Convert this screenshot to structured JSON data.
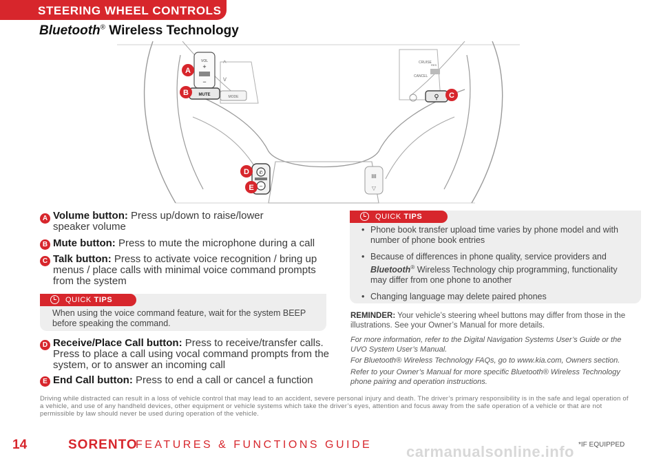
{
  "header": {
    "section": "STEERING WHEEL CONTROLS"
  },
  "title": {
    "italic": "Bluetooth",
    "reg": "®",
    "rest": " Wireless Technology"
  },
  "figure": {
    "buttons": {
      "vol": "VOL",
      "mute": "MUTE",
      "mode": "MODE",
      "cruise": "CRUISE",
      "cancel": "CANCEL",
      "res": "RES"
    },
    "callouts": [
      "A",
      "B",
      "C",
      "D",
      "E"
    ]
  },
  "items": [
    {
      "marker": "A",
      "label": "Volume button:",
      "text": "Press up/down to raise/lower speaker volume"
    },
    {
      "marker": "B",
      "label": "Mute button:",
      "text": "Press to mute the microphone during a call"
    },
    {
      "marker": "C",
      "label": "Talk button:",
      "text": "Press to activate voice recognition / bring up menus / place calls with minimal voice command prompts from the system"
    },
    {
      "marker": "D",
      "label": "Receive/Place Call button:",
      "text": "Press to receive/transfer calls. Press to place a call using vocal command prompts from the system, or to answer an incoming call"
    },
    {
      "marker": "E",
      "label": "End Call button:",
      "text": "Press to end a call or cancel a function"
    }
  ],
  "tip_left": {
    "label_light": "QUICK ",
    "label_bold": "TIPS",
    "text": "When using the voice command feature, wait for the system BEEP before speaking the command."
  },
  "tip_right": {
    "label_light": "QUICK ",
    "label_bold": "TIPS",
    "bullets": [
      "Phone book transfer upload time varies by phone model and with number of phone book entries",
      "Because of differences in phone quality, service providers and ",
      "Changing language may delete paired phones"
    ],
    "bullet2_italic": "Bluetooth",
    "bullet2_reg": "®",
    "bullet2_rest": " Wireless Technology chip programming, functionality may differ from one phone to another"
  },
  "reminder": {
    "label": "REMINDER:",
    "text": "Your vehicle’s steering wheel buttons may differ from those in the illustrations. See your Owner’s Manual for more details."
  },
  "notes": [
    "For more information, refer to the Digital Navigation Systems User’s Guide or the UVO System User’s Manual.",
    "For Bluetooth® Wireless Technology FAQs, go to www.kia.com, Owners section.",
    "Refer to your Owner’s Manual for more specific Bluetooth® Wireless Technology phone pairing and operation instructions."
  ],
  "disclaimer": "Driving while distracted can result in a loss of vehicle control that may lead to an accident, severe personal injury and death. The driver’s primary responsibility is in the safe and legal operation of a vehicle, and use of any handheld devices, other equipment or vehicle systems which take the driver’s eyes, attention and focus away from the safe operation of a vehicle or that are not permissible by law should never be used during operation of the vehicle.",
  "footer": {
    "page": "14",
    "brand": "SORENTO",
    "guide": "FEATURES & FUNCTIONS GUIDE",
    "equipped": "*IF EQUIPPED"
  },
  "watermark": "carmanualsonline.info",
  "colors": {
    "accent": "#d7262c",
    "panel": "#eeeeee"
  }
}
